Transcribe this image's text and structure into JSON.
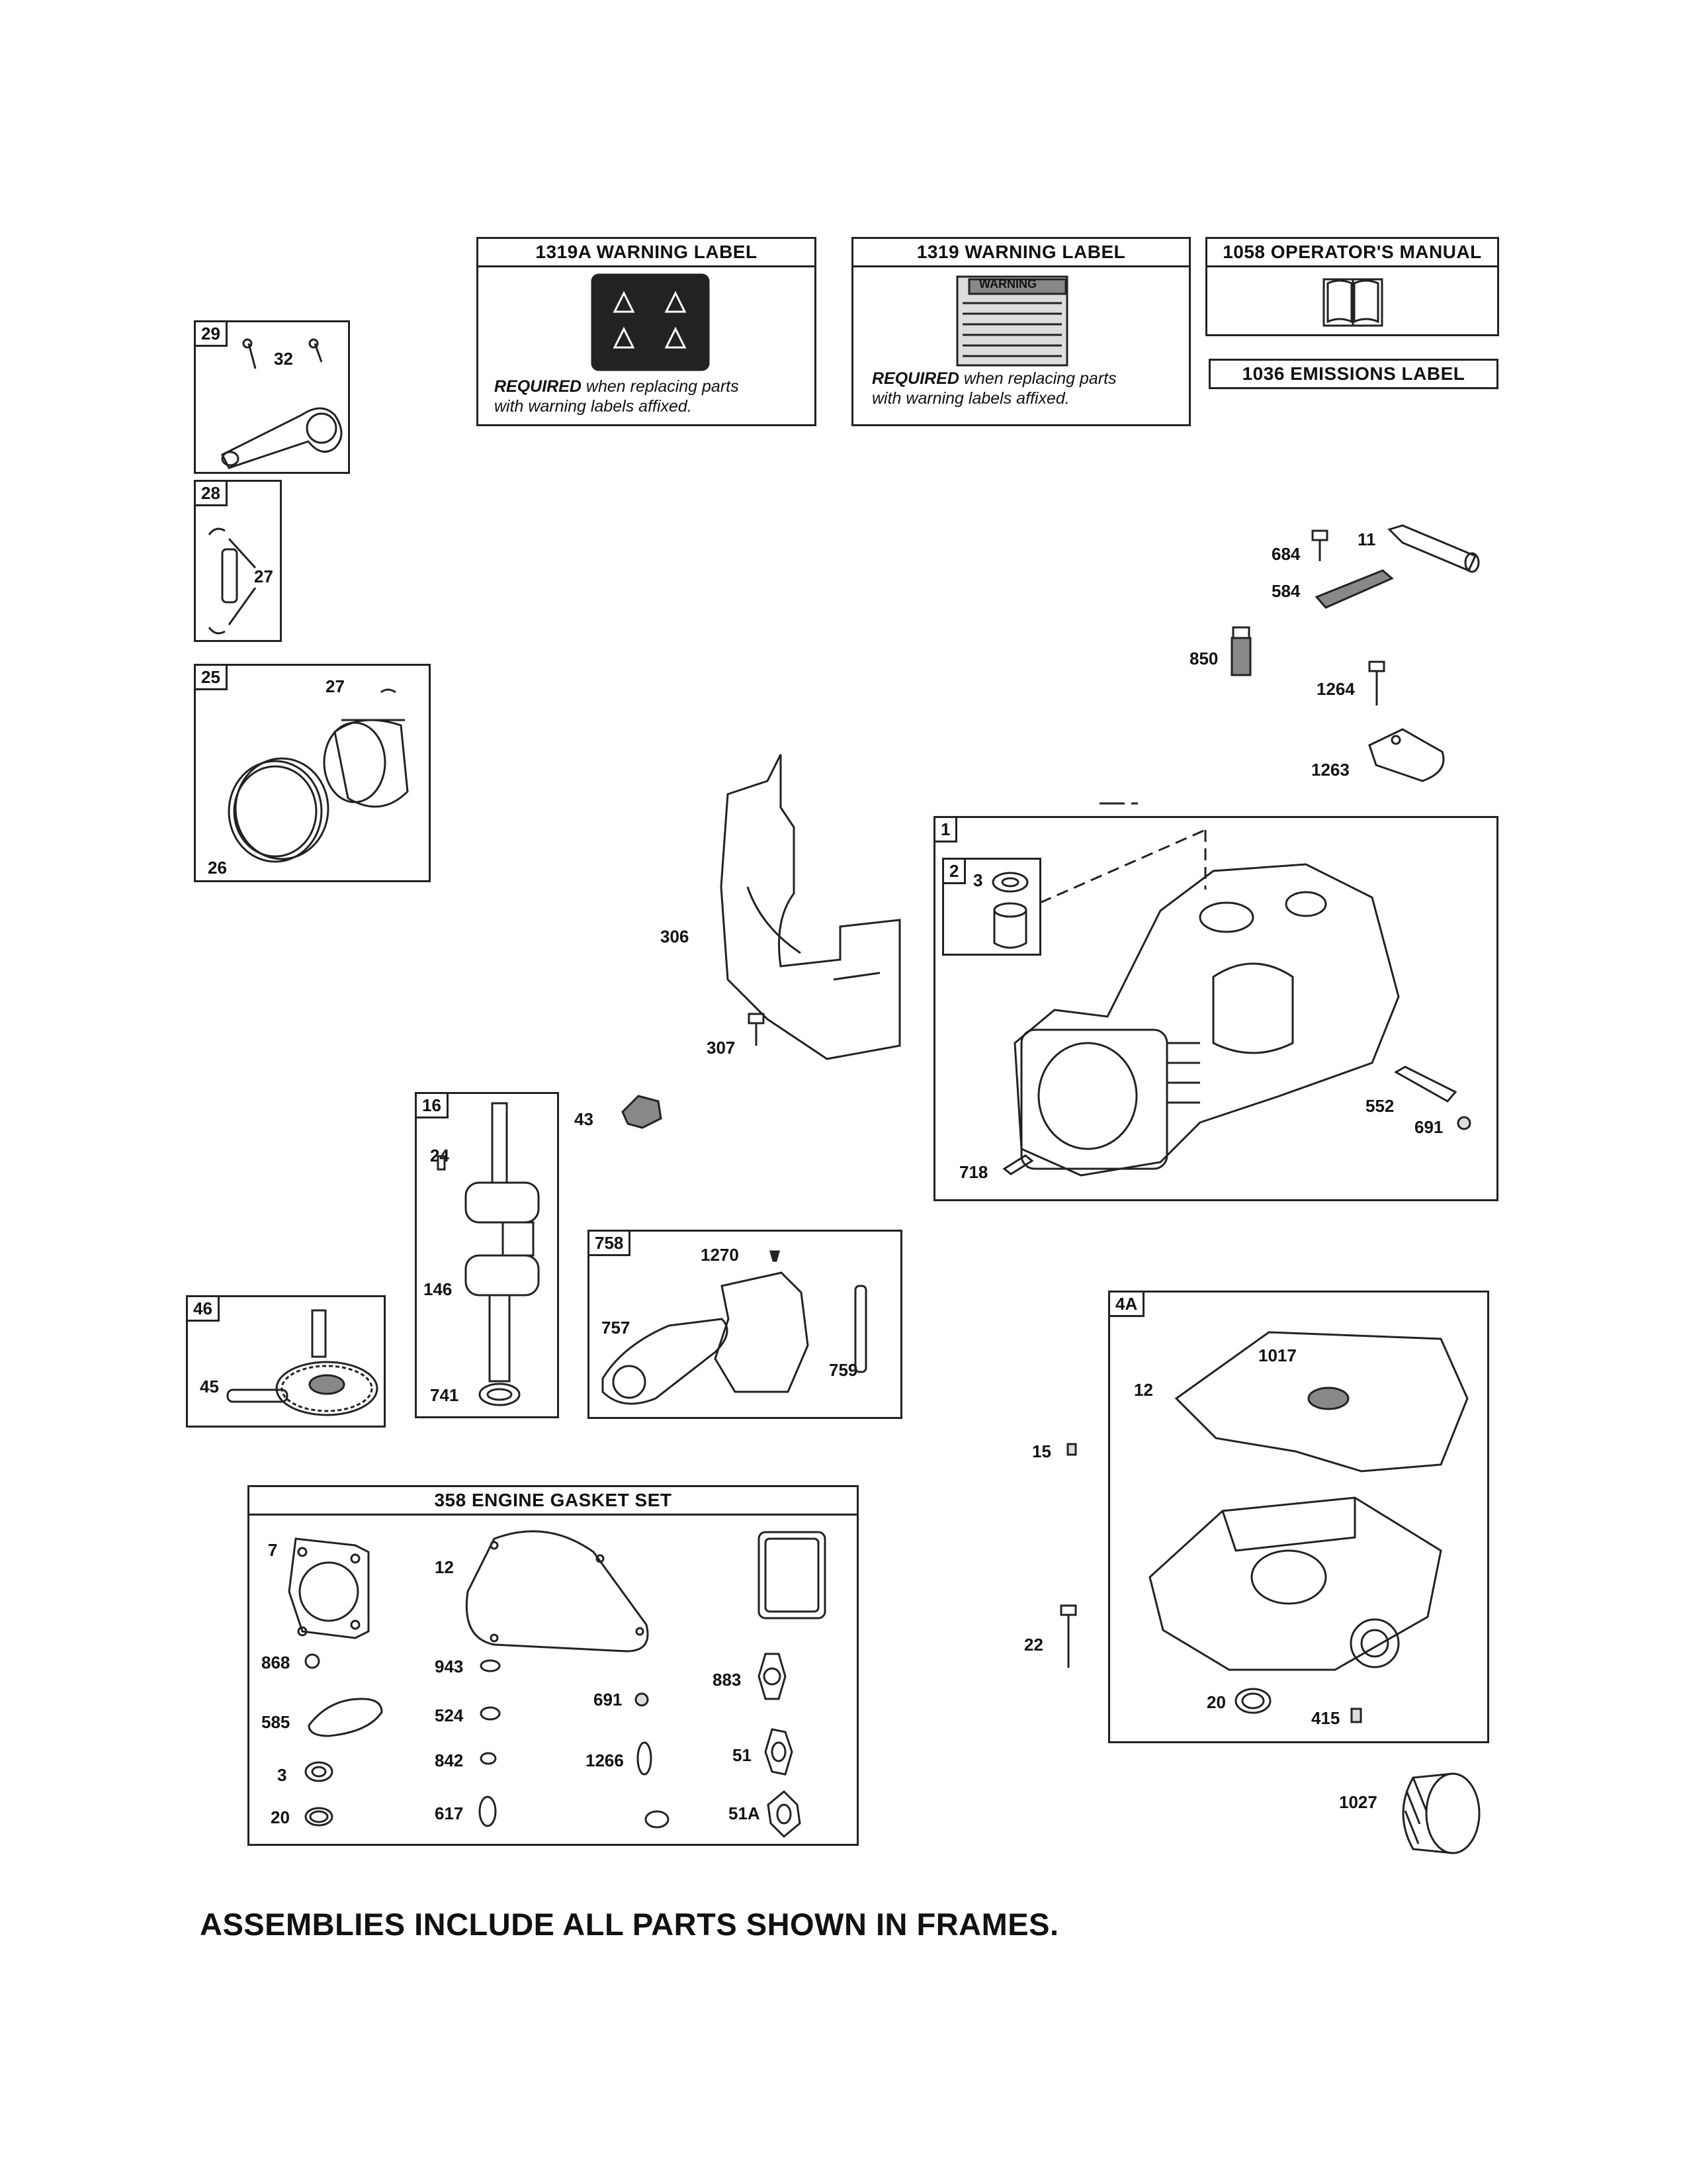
{
  "labels": {
    "warning_1319a_title": "1319A WARNING LABEL",
    "warning_1319_title": "1319 WARNING LABEL",
    "operators_manual_title": "1058 OPERATOR'S MANUAL",
    "emissions_label_title": "1036 EMISSIONS LABEL",
    "required_bold": "REQUIRED",
    "required_rest": " when replacing parts",
    "required_line2": "with warning labels affixed.",
    "warning_decal_text": "WARNING"
  },
  "frames": {
    "f29": {
      "tag": "29",
      "parts": [
        "32"
      ]
    },
    "f28": {
      "tag": "28",
      "parts": [
        "27"
      ]
    },
    "f25": {
      "tag": "25",
      "parts": [
        "27",
        "26"
      ]
    },
    "f16": {
      "tag": "16",
      "parts": [
        "24",
        "146",
        "741"
      ]
    },
    "f46": {
      "tag": "46",
      "parts": [
        "45"
      ]
    },
    "f758": {
      "tag": "758",
      "parts": [
        "1270",
        "757",
        "759"
      ]
    },
    "f1": {
      "tag": "1",
      "parts": [
        "552",
        "691",
        "718"
      ]
    },
    "f2": {
      "tag": "2",
      "parts": [
        "3"
      ]
    },
    "f4a": {
      "tag": "4A",
      "parts": [
        "1017",
        "12",
        "20",
        "415"
      ]
    },
    "gasket": {
      "title": "358 ENGINE GASKET SET",
      "parts": [
        "7",
        "12",
        "868",
        "943",
        "883",
        "691",
        "524",
        "585",
        "842",
        "1266",
        "51",
        "3",
        "20",
        "617",
        "51A"
      ]
    }
  },
  "loose_parts": [
    "684",
    "11",
    "584",
    "850",
    "1264",
    "1263",
    "306",
    "307",
    "43",
    "15",
    "22",
    "1027"
  ],
  "footer": "ASSEMBLIES INCLUDE ALL PARTS SHOWN IN FRAMES."
}
